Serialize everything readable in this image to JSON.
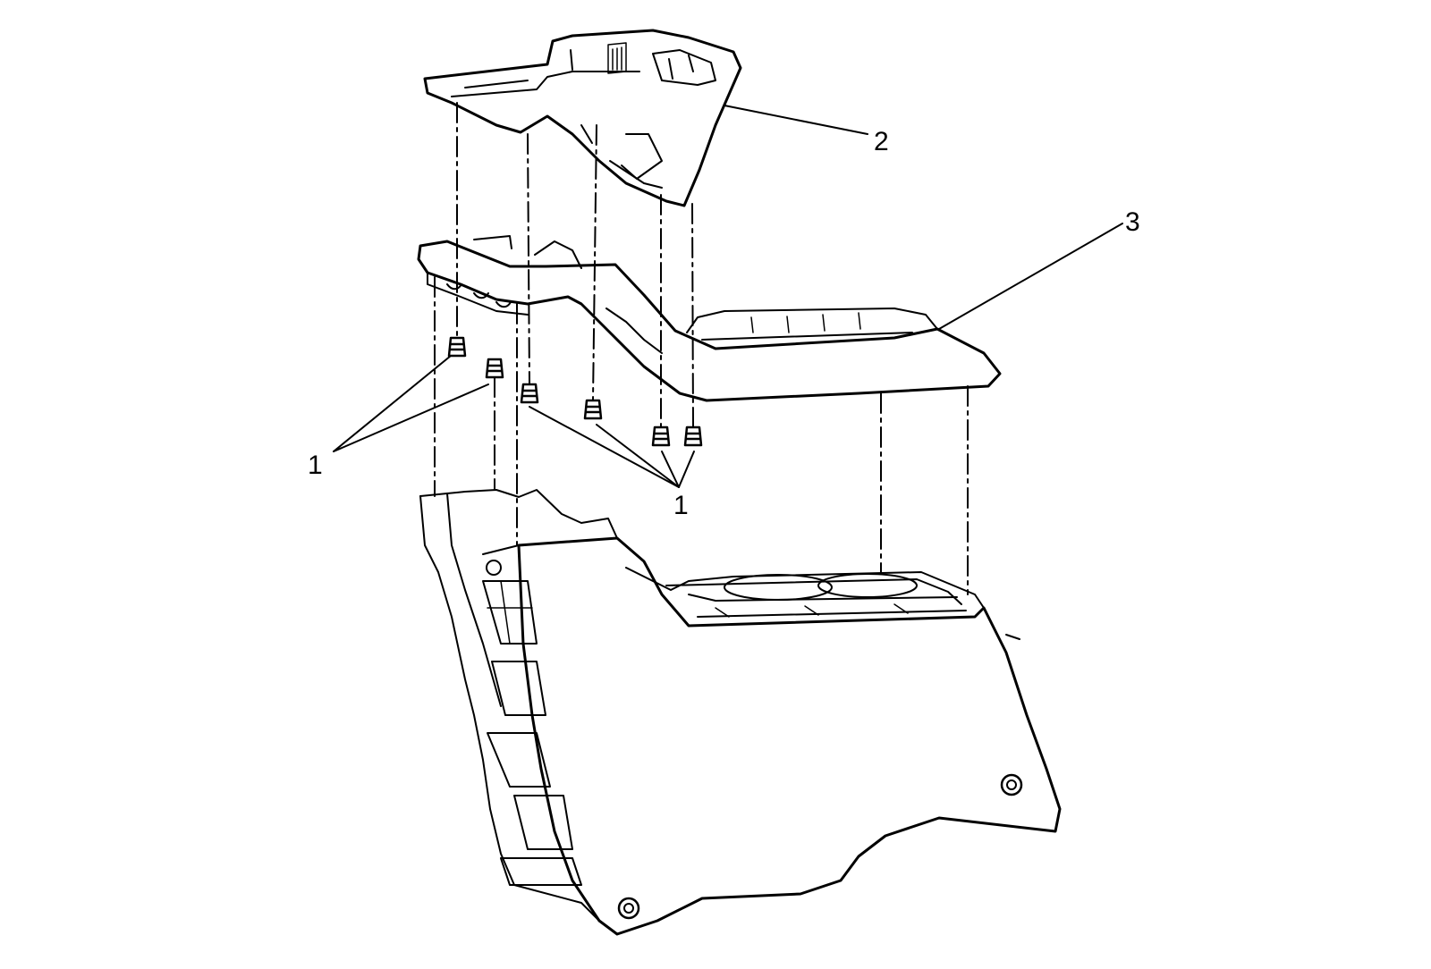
{
  "diagram": {
    "callouts": {
      "fastener_left": "1",
      "fastener_right": "1",
      "upper_trim_plate": "2",
      "console_trim_plate": "3"
    },
    "colors": {
      "line": "#000000",
      "background": "#ffffff"
    }
  }
}
